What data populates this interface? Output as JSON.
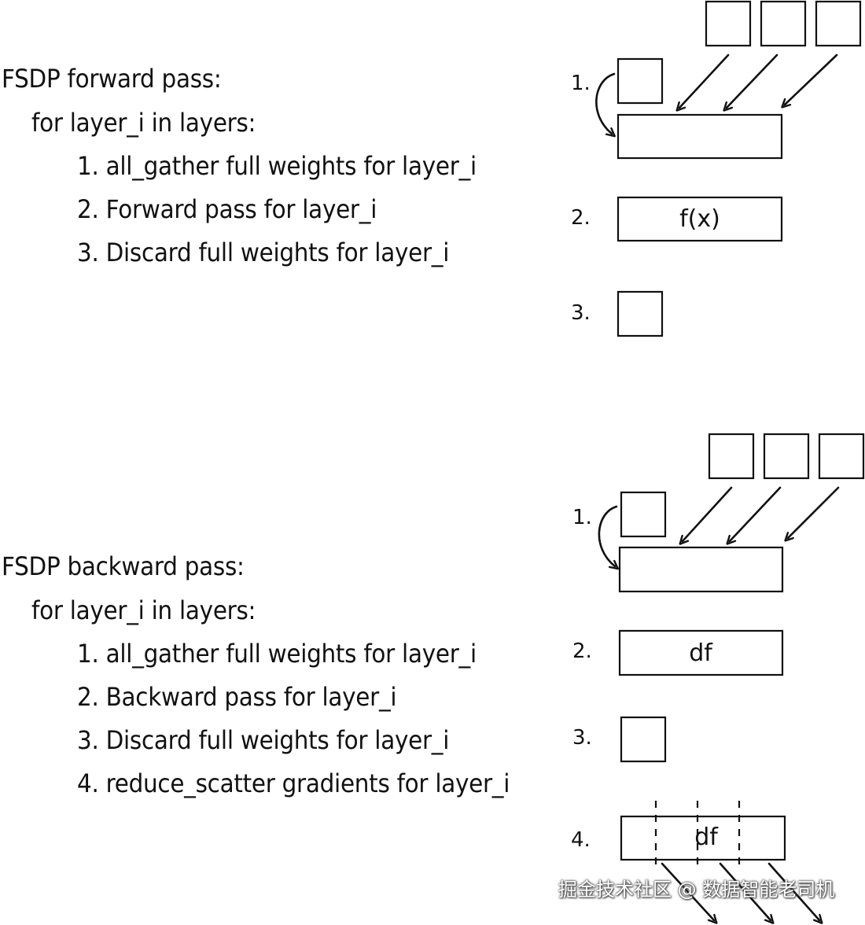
{
  "forward": {
    "heading": "FSDP forward pass:",
    "loop": "for layer_i in layers:",
    "steps": [
      "1. all_gather full weights for layer_i",
      "2. Forward pass for layer_i",
      "3. Discard full weights for layer_i"
    ],
    "diagram_labels": [
      "1.",
      "2.",
      "3."
    ],
    "compute_label": "f(x)"
  },
  "backward": {
    "heading": "FSDP backward pass:",
    "loop": "for layer_i in layers:",
    "steps": [
      "1. all_gather full weights for layer_i",
      "2. Backward pass for layer_i",
      "3. Discard full weights for layer_i",
      "4. reduce_scatter gradients for layer_i"
    ],
    "diagram_labels": [
      "1.",
      "2.",
      "3.",
      "4."
    ],
    "compute_label": "df",
    "gradient_label": "df"
  },
  "watermark": "掘金技术社区 @ 数据智能老司机"
}
